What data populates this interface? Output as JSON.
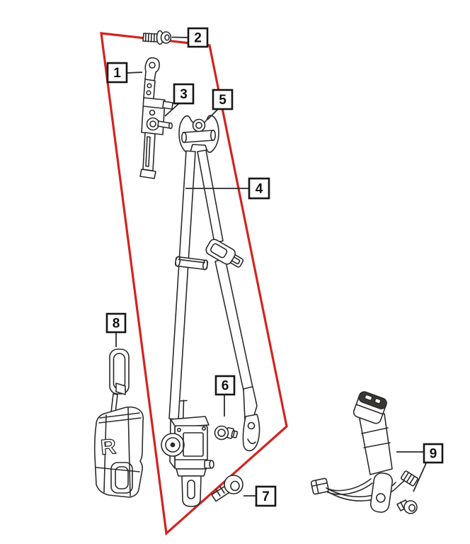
{
  "diagram": {
    "type": "exploded-parts-diagram",
    "subject": "seat-belt-assembly",
    "background_color": "#ffffff",
    "line_color": "#2b2a29",
    "highlight_color": "#d22420",
    "cover_marking": "R",
    "callouts": [
      {
        "label": "1",
        "part": "height-adjuster-track"
      },
      {
        "label": "2",
        "part": "adjuster-bolt"
      },
      {
        "label": "3",
        "part": "height-adjuster-mechanism"
      },
      {
        "label": "4",
        "part": "seat-belt-webbing-retractor-assembly"
      },
      {
        "label": "5",
        "part": "shoulder-belt-guide-loop"
      },
      {
        "label": "6",
        "part": "retractor-bolt"
      },
      {
        "label": "7",
        "part": "lower-anchor-bolt"
      },
      {
        "label": "8",
        "part": "anchor-trim-covers"
      },
      {
        "label": "9",
        "part": "buckle-and-pretensioner-assembly"
      }
    ]
  }
}
